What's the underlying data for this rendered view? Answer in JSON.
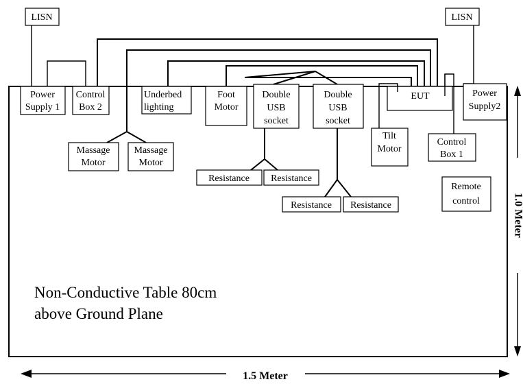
{
  "lisn_left": "LISN",
  "lisn_right": "LISN",
  "power_supply_1": [
    "Power",
    "Supply 1"
  ],
  "control_box_2": [
    "Control",
    "Box 2"
  ],
  "underbed_lighting": [
    "Underbed",
    "lighting"
  ],
  "foot_motor": [
    "Foot",
    "Motor"
  ],
  "double_usb_1": [
    "Double",
    "USB",
    "socket"
  ],
  "double_usb_2": [
    "Double",
    "USB",
    "socket"
  ],
  "eut": "EUT",
  "power_supply_2": [
    "Power",
    "Supply2"
  ],
  "massage_motor_1": [
    "Massage",
    "Motor"
  ],
  "massage_motor_2": [
    "Massage",
    "Motor"
  ],
  "tilt_motor": [
    "Tilt",
    "Motor"
  ],
  "control_box_1": [
    "Control",
    "Box 1"
  ],
  "remote_control": [
    "Remote",
    "control"
  ],
  "resistance": "Resistance",
  "table_caption": [
    "Non-Conductive Table 80cm",
    "above Ground Plane"
  ],
  "width_dimension": "1.5 Meter",
  "height_dimension": "1.0 Meter"
}
